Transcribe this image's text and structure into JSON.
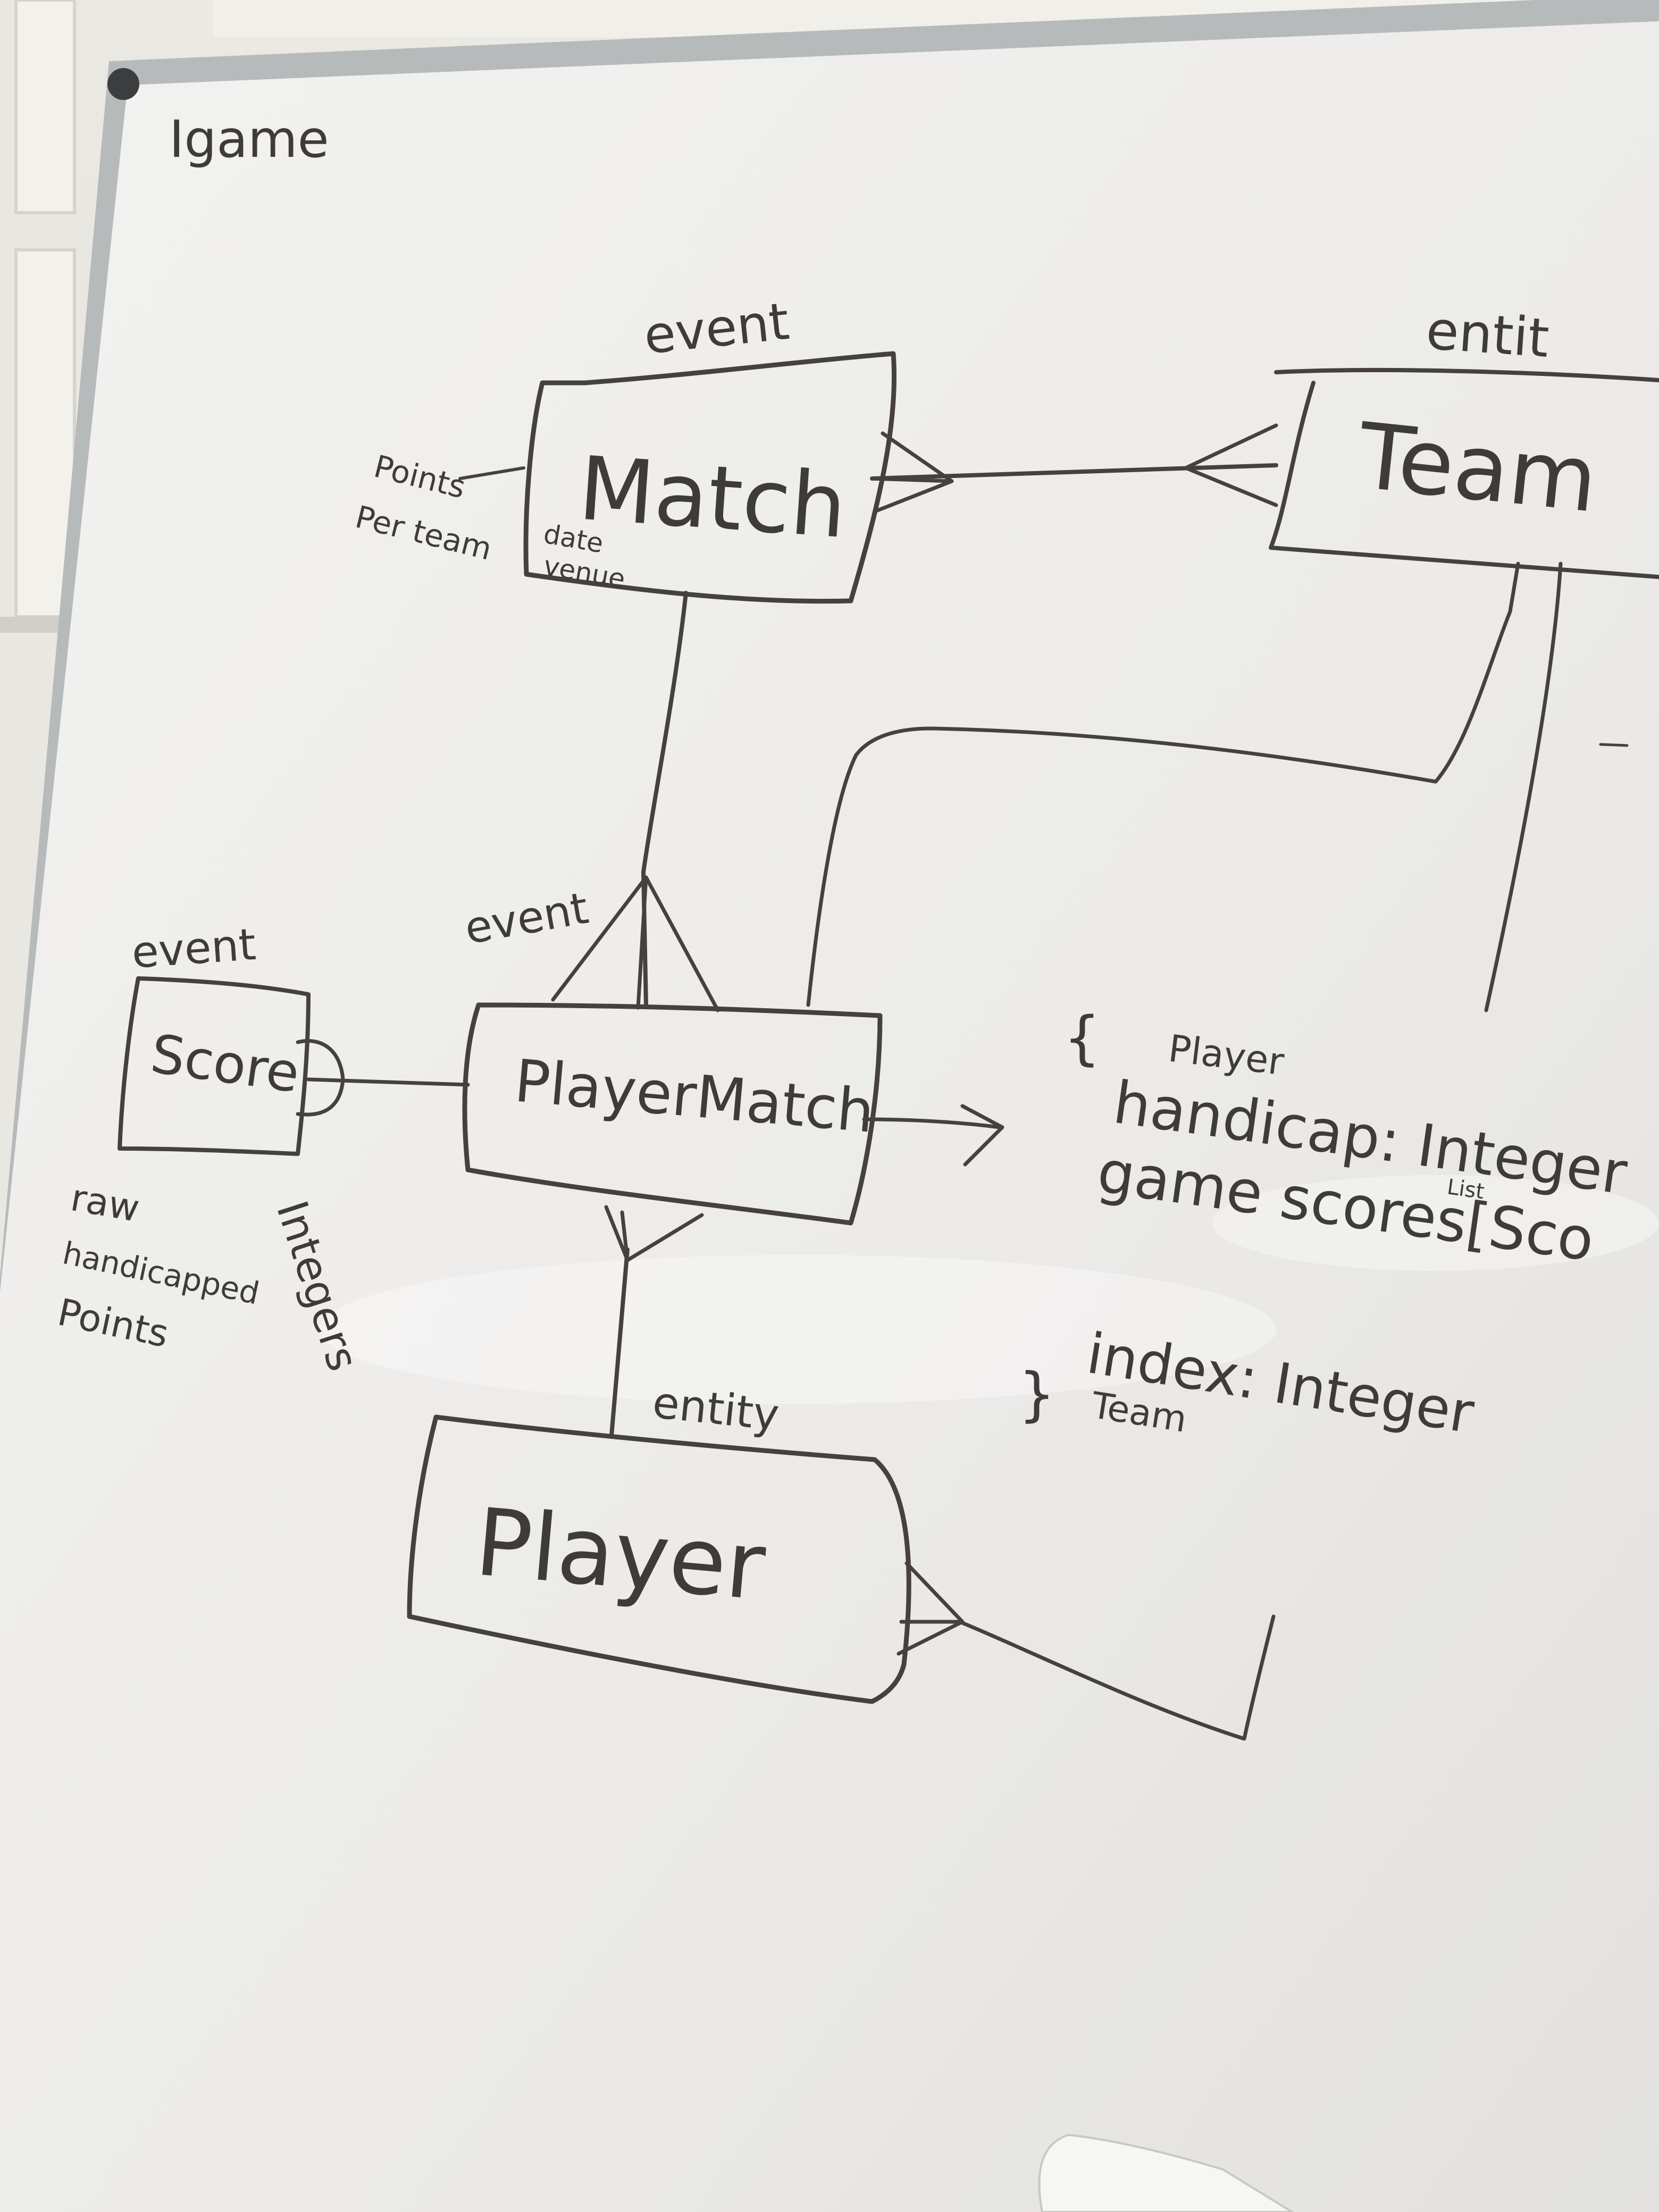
{
  "board": {
    "corner_label": "Igame"
  },
  "entities": {
    "match": {
      "name": "Match",
      "stereotype": "event",
      "attributes": [
        "date",
        "venue"
      ],
      "side_note": [
        "Points",
        "Per team"
      ]
    },
    "team": {
      "name": "Team",
      "stereotype": "entit"
    },
    "player_match": {
      "name": "PlayerMatch",
      "stereotype": "event"
    },
    "score": {
      "name": "Score",
      "stereotype": "event",
      "side_note": [
        "raw",
        "handicapped",
        "Points"
      ],
      "vertical_note": "Integers"
    },
    "player": {
      "name": "Player",
      "stereotype": "entity"
    }
  },
  "attribute_block": {
    "open_brace": "{",
    "close_brace": "}",
    "lines": [
      "Player",
      "handicap: Integer",
      "game scores[Sco",
      "index: Integer"
    ],
    "superscript_list": "List",
    "sub_team": "Team"
  },
  "colors": {
    "ink": "#46413f",
    "board": "#eeedeb",
    "frame": "#b9bcbd",
    "wall": "#e4e2dc"
  }
}
